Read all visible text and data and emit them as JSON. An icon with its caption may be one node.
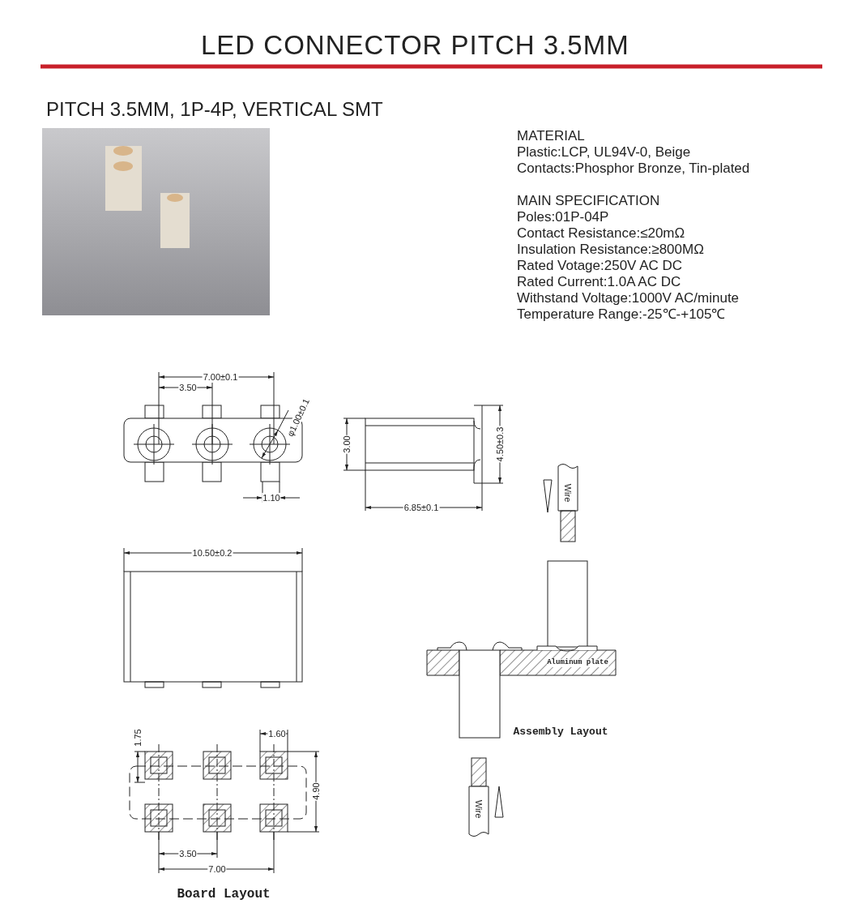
{
  "diagram": {
    "title": "LED CONNECTOR PITCH 3.5MM",
    "labels": [
      "PITCH 3.5MM, 1P-4P, VERTICAL SMT",
      "MATERIAL",
      "Plastic:LCP, UL94V-0, Beige",
      "Contacts:Phosphor Bronze, Tin-plated",
      "MAIN SPECIFICATION",
      "Poles:01P-04P",
      "Contact Resistance:≤20mΩ",
      "Insulation Resistance:≥800MΩ",
      "Rated Votage:250V AC DC",
      "Rated Current:1.0A AC DC",
      "Withstand Voltage:1000V AC/minute",
      "Temperature Range:-25℃-+105℃",
      "7.00±0.1",
      "3.50",
      "φ1.00±0.1",
      "1.10",
      "3.00",
      "4.50±0.3",
      "6.85±0.1",
      "Wire",
      "10.50±0.2",
      "Aluminum plate",
      "Assembly Layout",
      "1.75",
      "1.60",
      "4.90",
      "Wire",
      "3.50",
      "7.00",
      "Board Layout"
    ]
  }
}
